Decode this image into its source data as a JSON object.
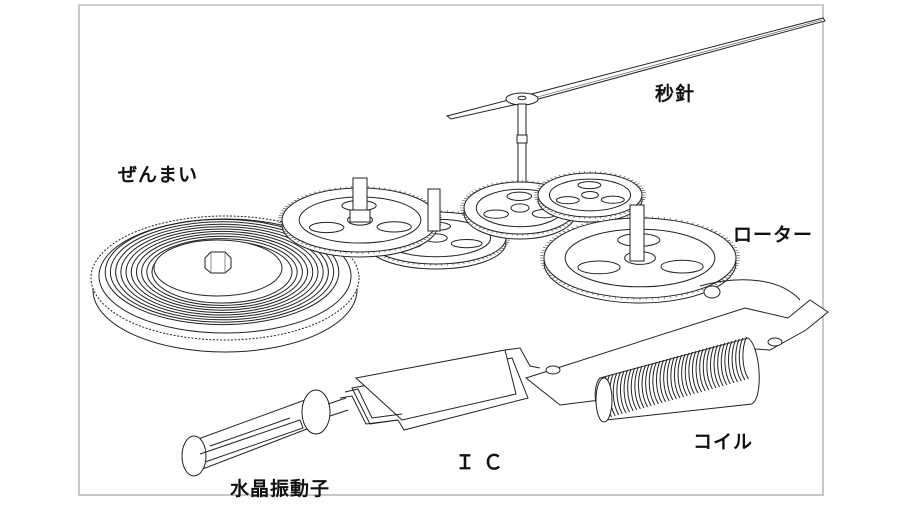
{
  "diagram": {
    "subject": "quartz watch movement exploded illustration",
    "labels": {
      "mainspring": "ぜんまい",
      "second_hand": "秒針",
      "rotor": "ローター",
      "coil": "コイル",
      "ic": "ＩＣ",
      "crystal_oscillator": "水晶振動子"
    },
    "colors": {
      "line": "#222222",
      "background": "#ffffff",
      "frame": "#c8c8c8",
      "label_text": "#111111"
    }
  }
}
